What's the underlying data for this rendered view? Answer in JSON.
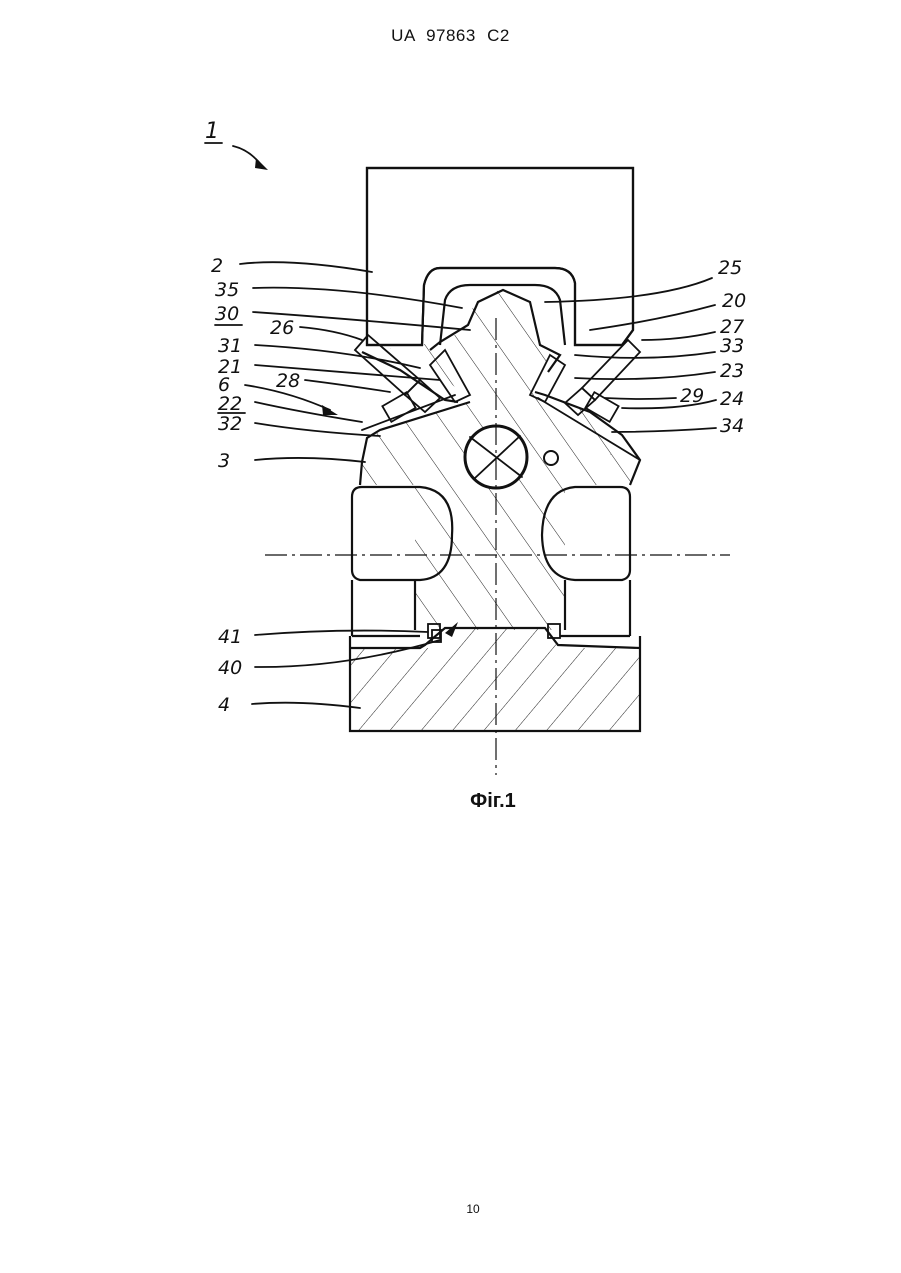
{
  "header": {
    "text": "UA   97863   C2"
  },
  "figure": {
    "caption": "Фіг.1",
    "assembly_label": "1",
    "labels": {
      "l2": "2",
      "l35": "35",
      "l30": "30",
      "l26": "26",
      "l31": "31",
      "l21": "21",
      "l28": "28",
      "l6": "6",
      "l22": "22",
      "l32": "32",
      "l3": "3",
      "l25": "25",
      "l20": "20",
      "l27": "27",
      "l33": "33",
      "l23": "23",
      "l29": "29",
      "l24": "24",
      "l34": "34",
      "l41": "41",
      "l40": "40",
      "l4": "4"
    }
  },
  "footer": {
    "page_number": "10"
  }
}
